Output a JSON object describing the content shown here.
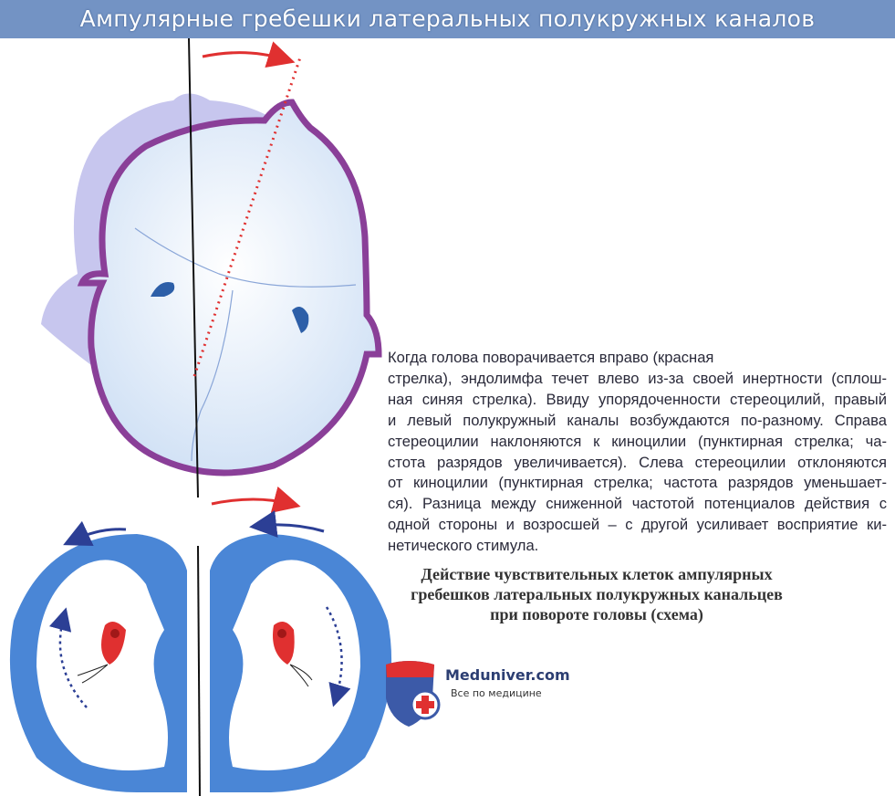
{
  "header": {
    "title": "Ампулярные гребешки латеральных полукружных каналов"
  },
  "description": {
    "lines": [
      "Когда голова поворачивается вправо (красная",
      "стрелка), эндолимфа течет влево из-за своей инертности (сплош-",
      "ная синяя стрелка). Ввиду упорядоченности стереоцилий, правый",
      "и левый полукружный каналы возбуждаются по-разному. Справа",
      "стереоцилии наклоняются к киноцилии (пунктирная стрелка; ча-",
      "стота разрядов увеличивается). Слева стереоцилии отклоняются",
      "от киноцилии (пунктирная стрелка; частота разрядов уменьшает-",
      "ся). Разница между сниженной частотой потенциалов действия с",
      "одной стороны и возросшей – с другой усиливает восприятие ки-",
      "нетического стимула."
    ]
  },
  "caption": {
    "lines": [
      "Действие чувствительных клеток ампулярных",
      "гребешков латеральных полукружных канальцев",
      "при повороте головы (схема)"
    ]
  },
  "logo": {
    "name": "Meduniver.com",
    "tagline": "Все по медицине"
  },
  "colors": {
    "header": "#7393c4",
    "head_outline": "#8a3f98",
    "canal_blue": "#4a86d6",
    "arrow_red": "#e03030",
    "arrow_blue": "#2c3f95"
  }
}
